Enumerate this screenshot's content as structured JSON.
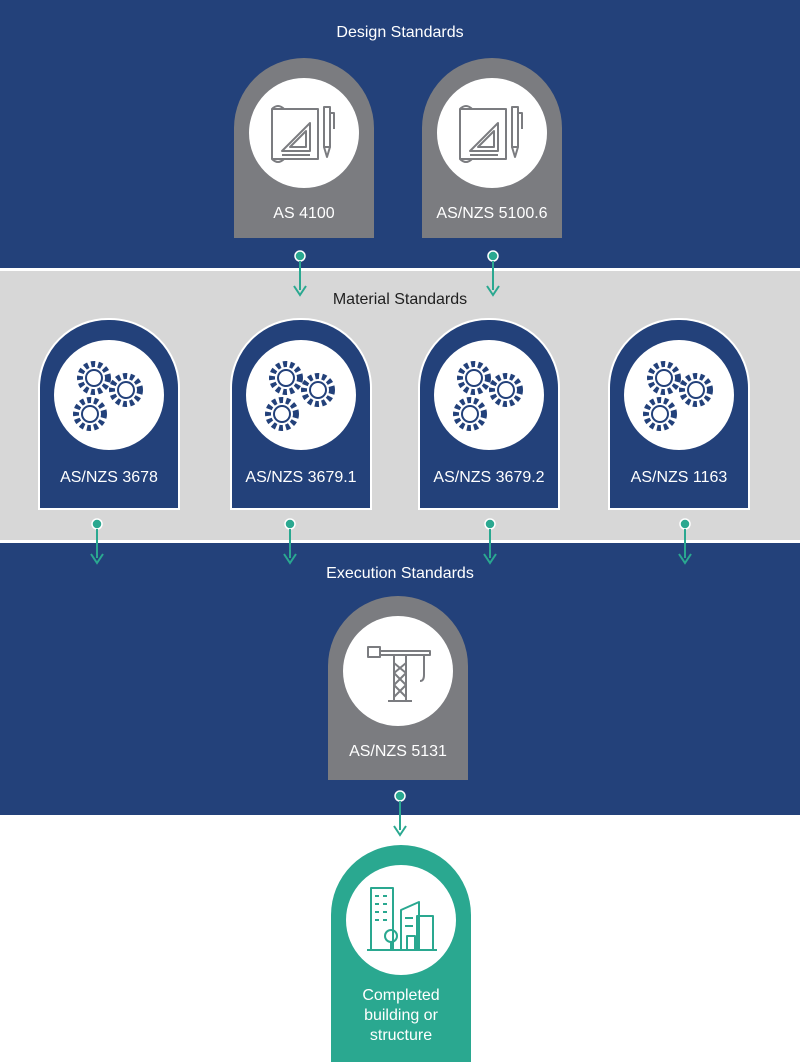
{
  "design": {
    "title": "Design Standards",
    "cards": [
      {
        "label": "AS 4100",
        "icon": "blueprint-icon"
      },
      {
        "label": "AS/NZS 5100.6",
        "icon": "blueprint-icon"
      }
    ]
  },
  "material": {
    "title": "Material Standards",
    "cards": [
      {
        "label": "AS/NZS 3678",
        "icon": "gears-icon"
      },
      {
        "label": "AS/NZS 3679.1",
        "icon": "gears-icon"
      },
      {
        "label": "AS/NZS 3679.2",
        "icon": "gears-icon"
      },
      {
        "label": "AS/NZS 1163",
        "icon": "gears-icon"
      }
    ]
  },
  "execution": {
    "title": "Execution Standards",
    "cards": [
      {
        "label": "AS/NZS 5131",
        "icon": "crane-icon"
      }
    ]
  },
  "result": {
    "label_line1": "Completed",
    "label_line2": "building or",
    "label_line3": "structure",
    "icon": "buildings-icon"
  },
  "colors": {
    "navy": "#23417a",
    "grey_band": "#d7d7d7",
    "grey_card": "#7b7c80",
    "teal": "#2aa890"
  }
}
